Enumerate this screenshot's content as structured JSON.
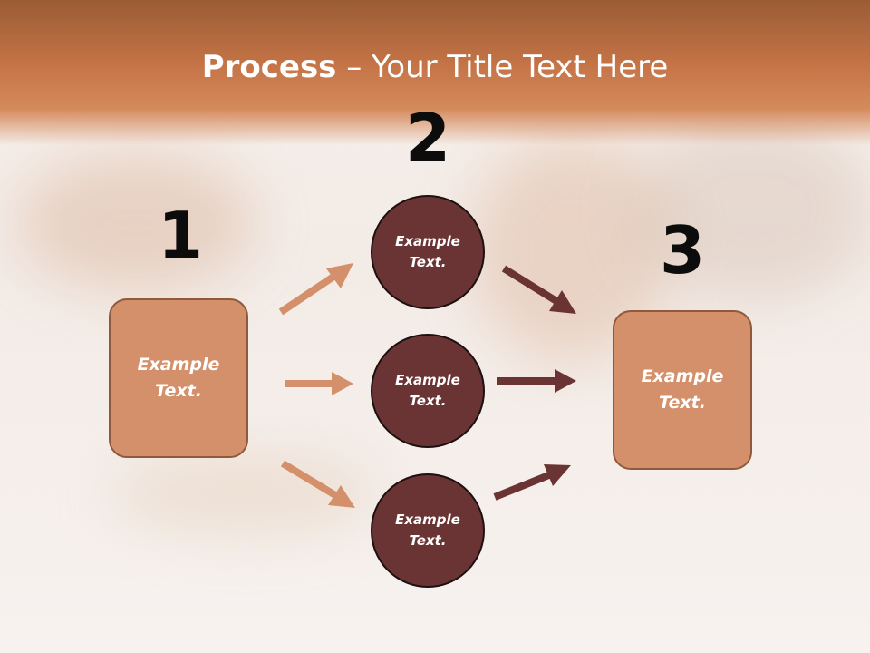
{
  "slide": {
    "title_bold": "Process",
    "title_rest": " – Your Title Text Here"
  },
  "steps": {
    "one": {
      "number": "1",
      "text": "Example\nText."
    },
    "two": {
      "number": "2",
      "circles": [
        {
          "text": "Example\nText."
        },
        {
          "text": "Example\nText."
        },
        {
          "text": "Example\nText."
        }
      ]
    },
    "three": {
      "number": "3",
      "text": "Example\nText."
    }
  },
  "colors": {
    "box_fill": "#d4906a",
    "circle_fill": "#6b3434",
    "arrow_light": "#d4906a",
    "arrow_dark": "#6b3434"
  }
}
